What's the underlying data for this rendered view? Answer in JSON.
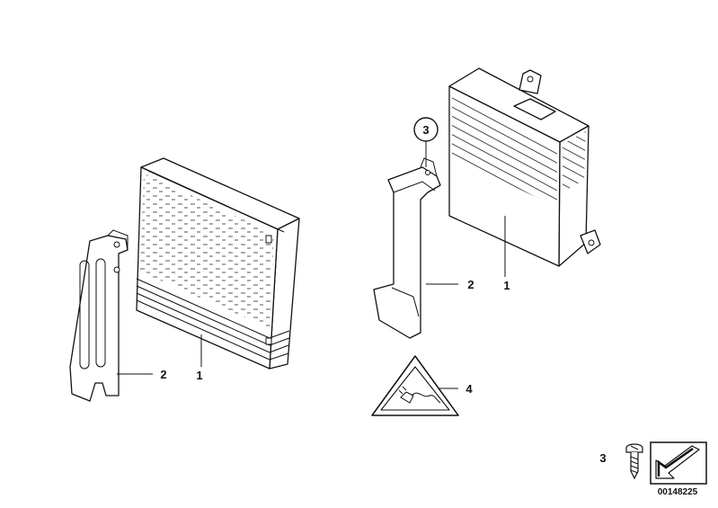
{
  "callouts": {
    "amp_left_part": "1",
    "bracket_left_part": "2",
    "amp_right_part": "1",
    "bracket_right_part": "2",
    "screw_circle": "3",
    "warning_label_part": "4",
    "legend_screw_part": "3"
  },
  "catalog_number": "00148225",
  "icons": {
    "screw": "screw-icon",
    "warning": "warning-triangle-icon",
    "logo": "arrow-stamp-icon"
  }
}
